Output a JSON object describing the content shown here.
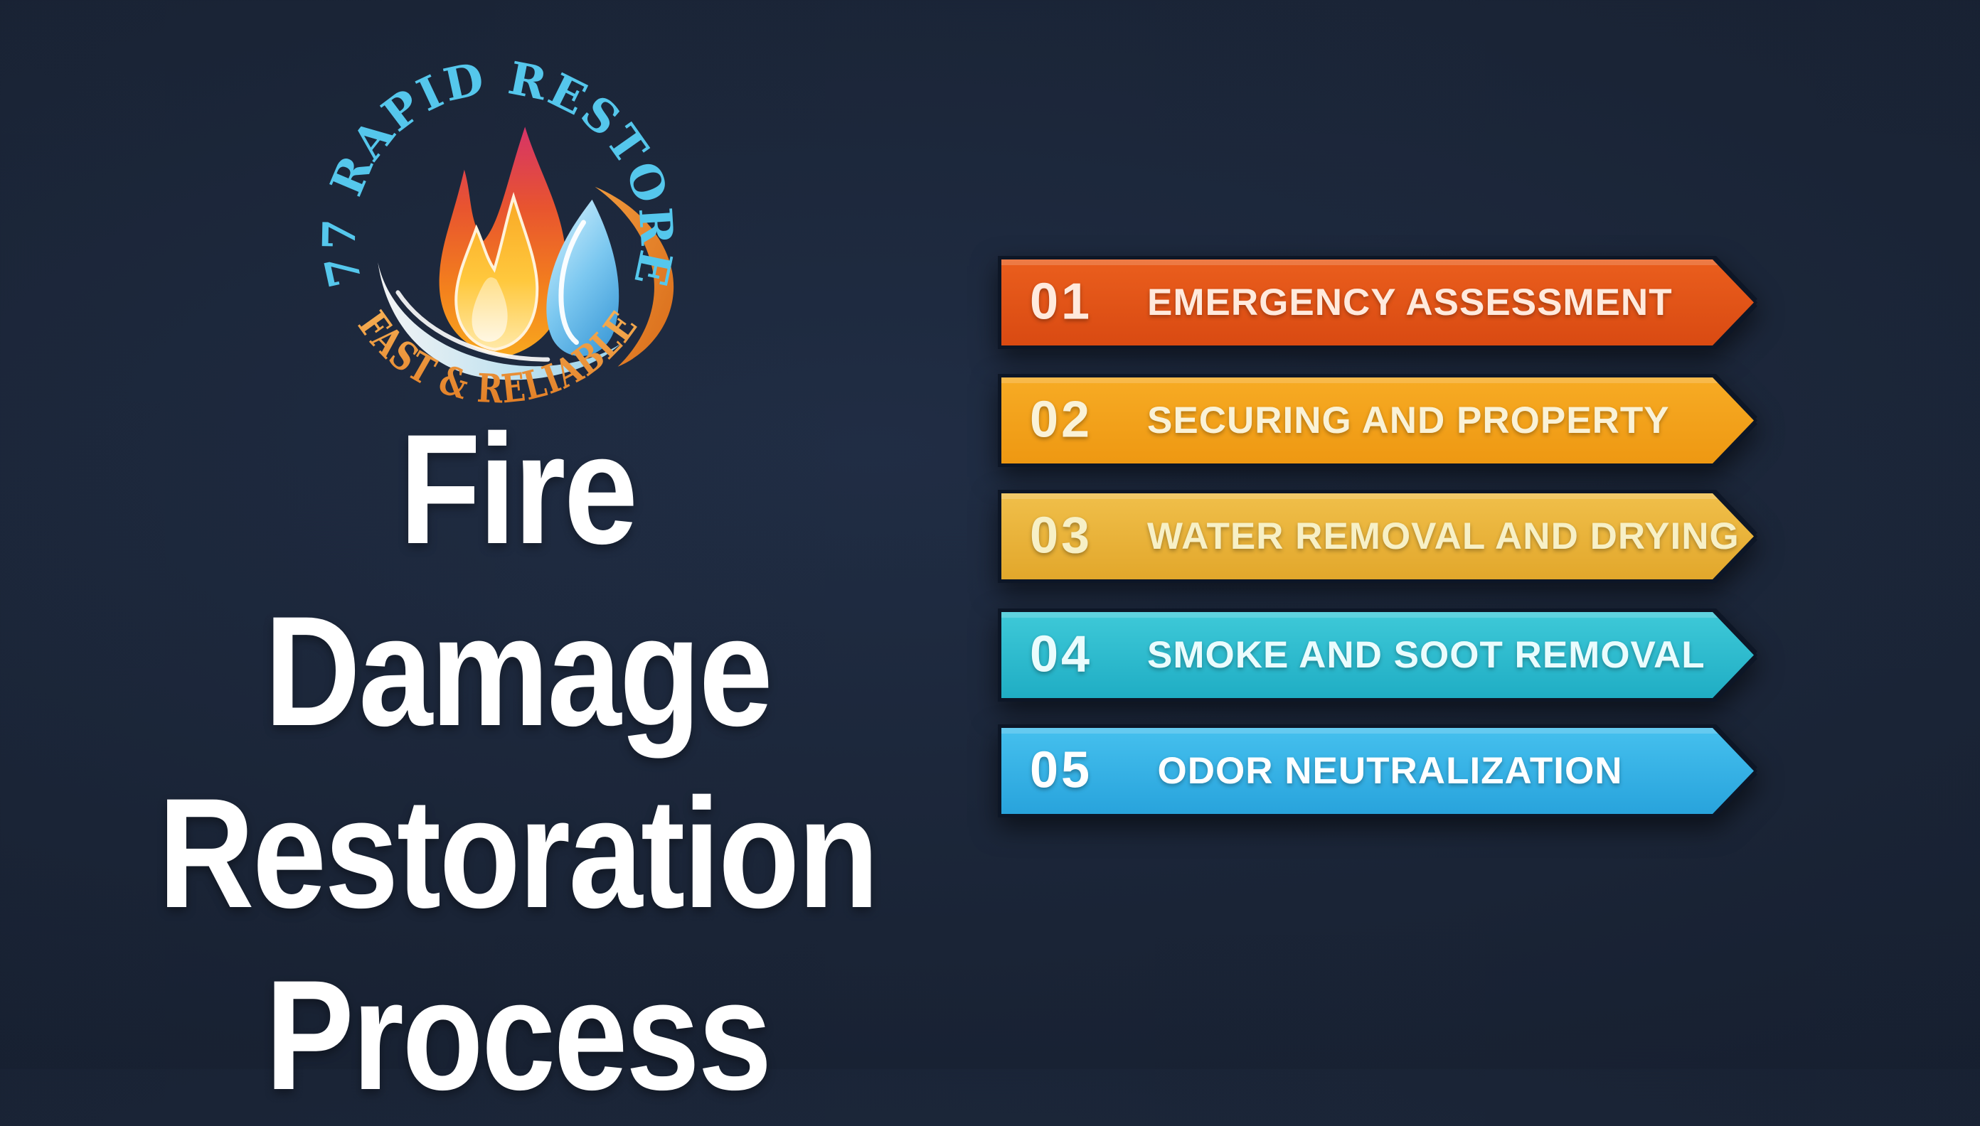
{
  "background": {
    "base": "#1a2436",
    "vignette": "#131b2a",
    "center_glow": "#202d44"
  },
  "logo": {
    "arc_top": "77 RAPID RESTORE",
    "arc_bottom": "FAST & RELIABLE",
    "arc_top_color": "#55c7ec",
    "arc_bottom_color_start": "#f7b257",
    "arc_bottom_color_end": "#e07a22"
  },
  "title": {
    "lines": [
      "Fire Damage",
      "Restoration",
      "Process"
    ],
    "color": "#ffffff"
  },
  "steps": [
    {
      "number": "01",
      "label": "EMERGENCY ASSESSMENT",
      "color_top": "#ea5e1d",
      "color_bottom": "#d94a12",
      "text_color": "#ffeadd"
    },
    {
      "number": "02",
      "label": "SECURING AND PROPERTY",
      "color_top": "#f7ab24",
      "color_bottom": "#ee9812",
      "text_color": "#faf2d7"
    },
    {
      "number": "03",
      "label": "WATER REMOVAL AND DRYING",
      "color_top": "#f0bf4a",
      "color_bottom": "#e2a72b",
      "text_color": "#f7f0c6"
    },
    {
      "number": "04",
      "label": "SMOKE AND SOOT REMOVAL",
      "color_top": "#3ec9d8",
      "color_bottom": "#1fadc4",
      "text_color": "#eafcfd"
    },
    {
      "number": "05",
      "label": "ODOR NEUTRALIZATION",
      "color_top": "#45c0ee",
      "color_bottom": "#28a3dc",
      "text_color": "#ffffff"
    }
  ]
}
